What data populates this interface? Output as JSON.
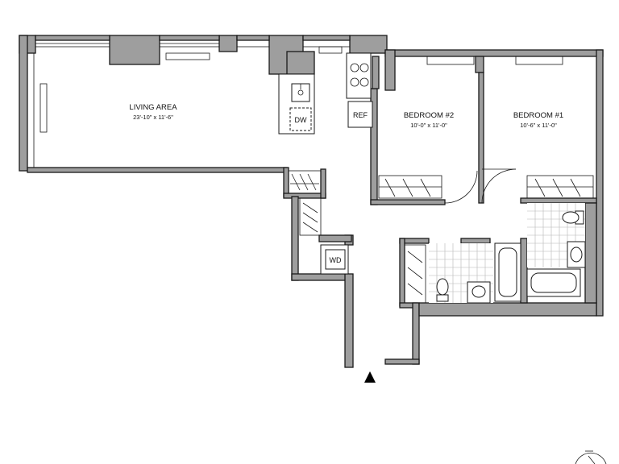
{
  "rooms": {
    "living": {
      "name": "LIVING AREA",
      "dims": "23'-10\" x 11'-6\""
    },
    "bedroom2": {
      "name": "BEDROOM #2",
      "dims": "10'-0\" x 11'-0\""
    },
    "bedroom1": {
      "name": "BEDROOM #1",
      "dims": "10'-6\" x 11'-0\""
    }
  },
  "appliances": {
    "dishwasher": "DW",
    "refrigerator": "REF",
    "washer_dryer": "WD"
  },
  "colors": {
    "wall": "#9e9e9e",
    "line": "#1a1a1a",
    "tile": "#b5b5b5"
  },
  "icons": {
    "entry": "entry-arrow-icon",
    "north": "north-arrow-icon"
  }
}
